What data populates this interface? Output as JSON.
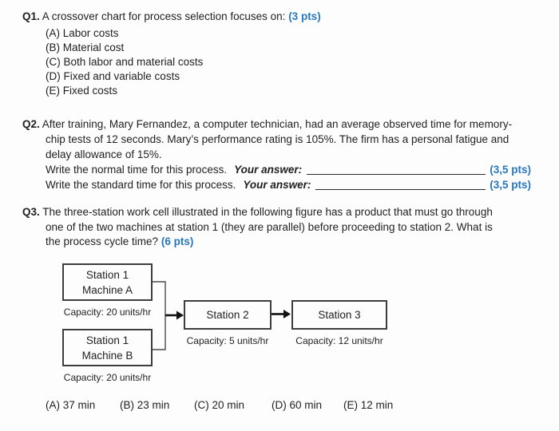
{
  "colors": {
    "accent_blue": "#2777BE",
    "text": "#1f1f1f",
    "box_border": "#3d3d3d",
    "background": "#fdfdfd"
  },
  "q1": {
    "label": "Q1.",
    "text": "A crossover chart for process selection focuses on:",
    "points": "(3 pts)",
    "options": [
      "(A) Labor costs",
      "(B) Material cost",
      "(C) Both labor and material costs",
      "(D) Fixed and variable costs",
      "(E) Fixed costs"
    ]
  },
  "q2": {
    "label": "Q2.",
    "lines": [
      "After training, Mary Fernandez, a computer technician, had an average observed time for memory-",
      "chip tests of 12 seconds. Mary’s performance rating is 105%. The firm has a personal fatigue and",
      "delay allowance of 15%."
    ],
    "answer_rows": [
      {
        "prompt": "Write the normal time for this process.",
        "answer_label": "Your answer:",
        "points": "(3,5 pts)"
      },
      {
        "prompt": "Write the standard time for this process.",
        "answer_label": "Your answer:",
        "points": "(3,5 pts)"
      }
    ]
  },
  "q3": {
    "label": "Q3.",
    "lines": [
      "The three-station work cell illustrated in the following figure has a product that must go through",
      "one of the two machines at station 1 (they are parallel) before proceeding to station 2. What is",
      "the process cycle time?"
    ],
    "points": "(6 pts)",
    "diagram": {
      "station1a": {
        "line1": "Station 1",
        "line2": "Machine A",
        "capacity": "Capacity: 20 units/hr"
      },
      "station1b": {
        "line1": "Station 1",
        "line2": "Machine B",
        "capacity": "Capacity: 20 units/hr"
      },
      "station2": {
        "label": "Station 2",
        "capacity": "Capacity: 5 units/hr"
      },
      "station3": {
        "label": "Station 3",
        "capacity": "Capacity: 12 units/hr"
      }
    },
    "options": [
      "(A) 37 min",
      "(B) 23 min",
      "(C) 20 min",
      "(D) 60 min",
      "(E) 12 min"
    ]
  }
}
